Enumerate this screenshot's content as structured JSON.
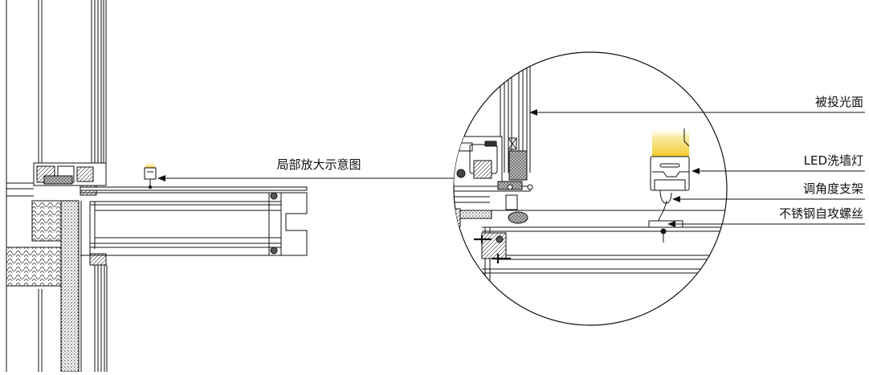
{
  "callouts": {
    "detail_label": "局部放大示意图",
    "surface": "被投光面",
    "light": "LED洗墙灯",
    "bracket": "调角度支架",
    "screw": "不锈钢自攻螺丝"
  },
  "colors": {
    "line": "#111111",
    "light_beam": "#f3d23a"
  }
}
